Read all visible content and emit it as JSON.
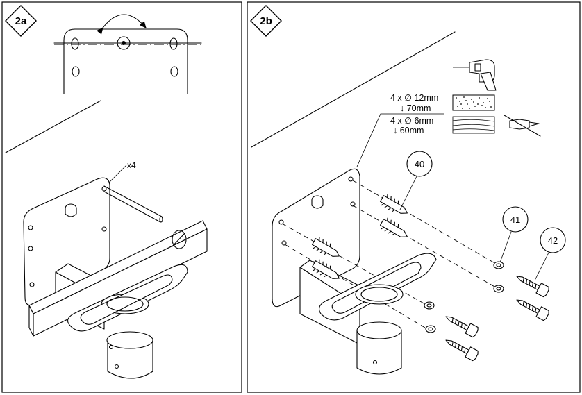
{
  "panels": [
    {
      "step": "2a",
      "quantity_label": "x4"
    },
    {
      "step": "2b"
    }
  ],
  "drill_specs": {
    "concrete_line1": "4 x ∅ 12mm",
    "concrete_line2": "↓ 70mm",
    "wood_line1": "4 x ∅ 6mm",
    "wood_line2": "↓ 60mm"
  },
  "callouts": [
    "40",
    "41",
    "42"
  ],
  "icons": [
    "drill-icon",
    "concrete-icon",
    "wood-icon",
    "no-plug-icon",
    "rotate-arrow-icon"
  ]
}
